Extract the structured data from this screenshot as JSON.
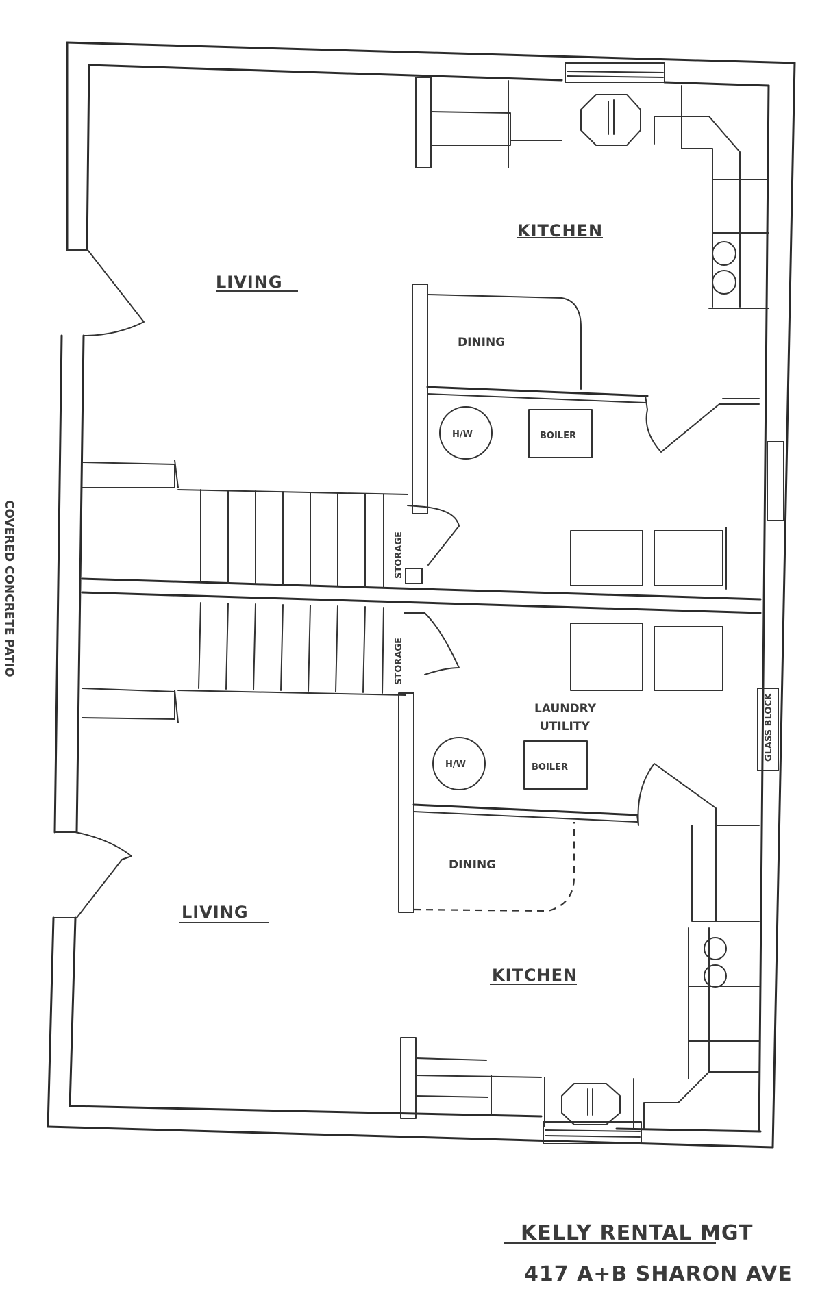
{
  "document": {
    "type": "hand-drawn floor plan",
    "title_block": {
      "line1": "KELLY RENTAL MGT",
      "line2": "417 A+B SHARON AVE"
    },
    "side_note": "COVERED CONCRETE PATIO",
    "glass_block_label": "GLASS BLOCK"
  },
  "unit_a": {
    "living": "LIVING",
    "kitchen": "KITCHEN",
    "dining": "DINING",
    "water_heater": "H/W",
    "boiler": "BOILER",
    "storage": "STORAGE"
  },
  "unit_b": {
    "living": "LIVING",
    "kitchen": "KITCHEN",
    "dining": "DINING",
    "laundry_utility_line1": "LAUNDRY",
    "laundry_utility_line2": "UTILITY",
    "water_heater": "H/W",
    "boiler": "BOILER",
    "storage": "STORAGE"
  },
  "colors": {
    "ink": "#2b2b2b",
    "paper": "#ffffff"
  }
}
